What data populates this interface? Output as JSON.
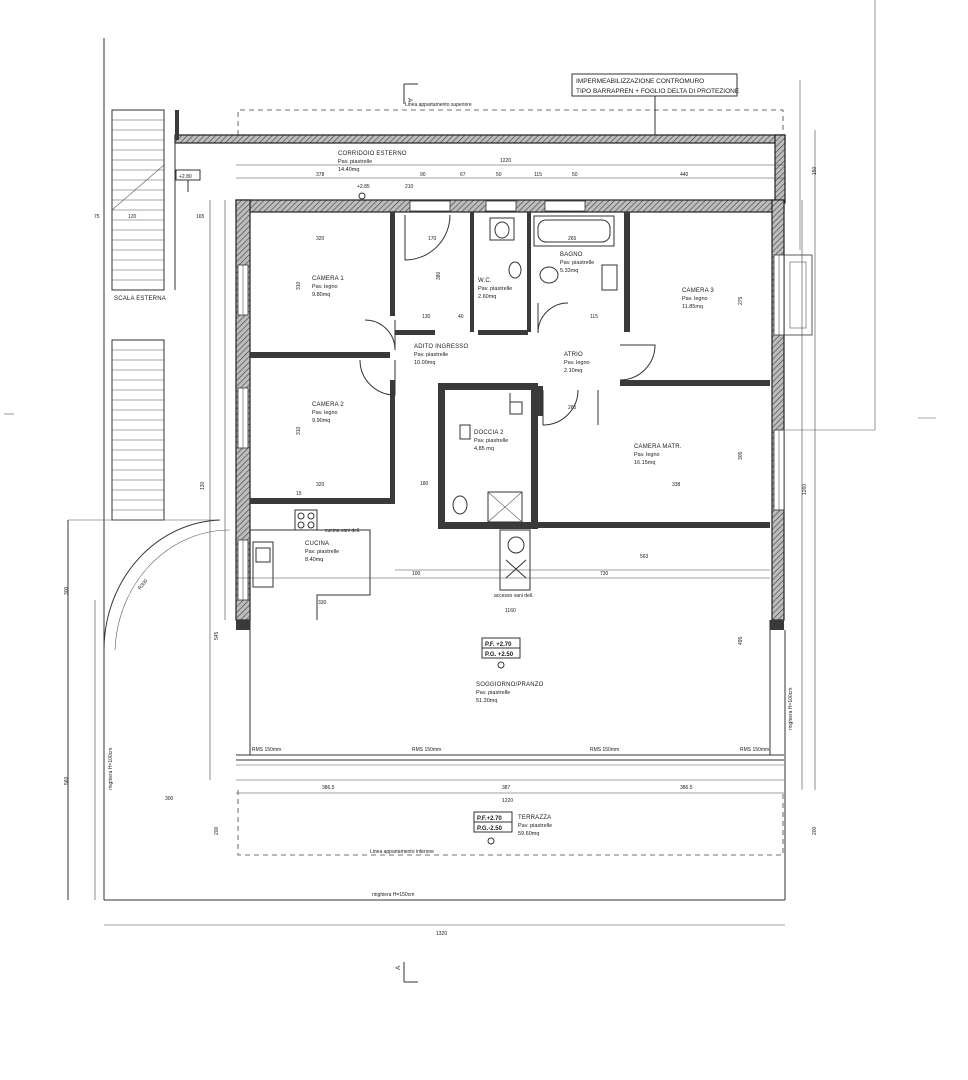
{
  "header_note": {
    "line1": "IMPERMEABILIZZAZIONE CONTROMURO",
    "line2": "TIPO BARRAPREN + FOGLIO DELTA DI PROTEZIONE"
  },
  "lines": {
    "upper": "Linea appartamento superiore",
    "lower": "Linea appartamento inferiore"
  },
  "section_marker": "A",
  "levels": {
    "stair_top": "+2.80",
    "entrance": "+2.85",
    "living_pf": "P.F. +2.70",
    "living_pg": "P.G. +2.50",
    "terrace_pf": "P.F.+2.70",
    "terrace_pg": "P.G.-2.50"
  },
  "rooms": {
    "corridoio": {
      "name": "CORRIDOIO ESTERNO",
      "floor": "Pav. piastrelle",
      "area": "14.40mq"
    },
    "scala": {
      "name": "SCALA ESTERNA"
    },
    "camera1": {
      "name": "CAMERA 1",
      "floor": "Pav. legno",
      "area": "9.80mq"
    },
    "camera2": {
      "name": "CAMERA 2",
      "floor": "Pav. legno",
      "area": "9.90mq"
    },
    "camera3": {
      "name": "CAMERA 3",
      "floor": "Pav. legno",
      "area": "11.85mq"
    },
    "wc": {
      "name": "W.C.",
      "floor": "Pav. piastrelle",
      "area": "2.60mq"
    },
    "bagno": {
      "name": "BAGNO",
      "floor": "Pav. piastrelle",
      "area": "5.33mq"
    },
    "adito": {
      "name": "ADITO INGRESSO",
      "floor": "Pav. piastrelle",
      "area": "10.00mq"
    },
    "atrio": {
      "name": "ATRIO",
      "floor": "Pav. legno",
      "area": "2.10mq"
    },
    "doccia": {
      "name": "DOCCIA 2",
      "floor": "Pav. piastrelle",
      "area": "4.85 mq"
    },
    "matr": {
      "name": "CAMERA MATR.",
      "floor": "Pav. legno",
      "area": "16.15mq"
    },
    "cucina": {
      "name": "CUCINA",
      "floor": "Pav. piastrelle",
      "area": "8.40mq"
    },
    "soggiorno": {
      "name": "SOGGIORNO/PRANZO",
      "floor": "Pav. piastrelle",
      "area": "51.30mq"
    },
    "terrazza": {
      "name": "TERRAZZA",
      "floor": "Pav. piastrelle",
      "area": "59.60mq"
    }
  },
  "notes": {
    "cucina_vani": "cucina vani dell.",
    "accesso_vani": "accesso vani dell.",
    "ringhiera_bottom": "ringhiera H=150cm",
    "ringhiera_left": "ringhiera H=100cm",
    "ringhiera_right": "ringhiera H=100cm",
    "rms_1": "RMS 150mm",
    "rms_2": "RMS 150mm",
    "rms_3": "RMS 150mm",
    "rms_4": "RMS 150mm"
  },
  "dims": {
    "top_total": "1220",
    "top_a": "378",
    "top_b": "90",
    "top_c": "67",
    "top_d": "50",
    "top_e": "115",
    "top_f": "50",
    "top_g": "440",
    "top_h": "210",
    "c1_w": "320",
    "c1_h": "310",
    "c2_h": "310",
    "c2_w": "320",
    "adito_w": "170",
    "adito_h": "380",
    "bagno_w": "265",
    "bagno_sub": "115",
    "c3_h": "275",
    "matr_w": "338",
    "matr_h": "305",
    "soggiorno_w": "1160",
    "cucina_w": "330",
    "kitchen_w": "563",
    "kitchen_b": "730",
    "living_h": "495",
    "living_side": "545",
    "bottom_a": "386.5",
    "bottom_b": "387",
    "bottom_c": "386.5",
    "bottom_total": "1220",
    "terrace_w": "1320",
    "terrace_h": "300",
    "left_560": "560",
    "left_300": "300",
    "left_200": "200",
    "radius": "R300",
    "right_200": "200",
    "right_150": "150",
    "right_1260": "1260",
    "mid_130": "130",
    "mid_40": "40",
    "mid_265": "265",
    "mid_180": "180",
    "mid_100": "100",
    "mid_15": "15",
    "stair_120": "120",
    "stair_165": "165",
    "stair_75": "75",
    "window_130": "130"
  }
}
